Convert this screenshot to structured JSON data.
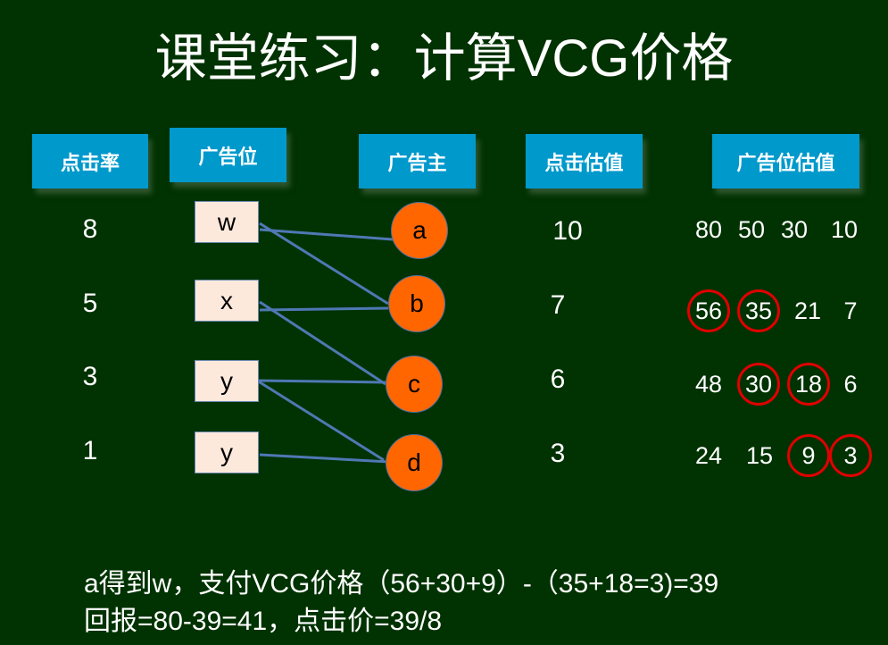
{
  "title": "课堂练习：计算VCG价格",
  "headers": {
    "ctr": "点击率",
    "slot": "广告位",
    "advertiser": "广告主",
    "click_value": "点击估值",
    "slot_value": "广告位估值"
  },
  "ctr": [
    "8",
    "5",
    "3",
    "1"
  ],
  "slots": [
    "w",
    "x",
    "y",
    "y"
  ],
  "advertisers": [
    "a",
    "b",
    "c",
    "d"
  ],
  "click_values": [
    "10",
    "7",
    "6",
    "3"
  ],
  "slot_values": [
    [
      "80",
      "50",
      "30",
      "10"
    ],
    [
      "56",
      "35",
      "21",
      "7"
    ],
    [
      "48",
      "30",
      "18",
      "6"
    ],
    [
      "24",
      "15",
      "9",
      "3"
    ]
  ],
  "circled": [
    [
      false,
      false,
      false,
      false
    ],
    [
      true,
      true,
      false,
      false
    ],
    [
      false,
      true,
      true,
      false
    ],
    [
      false,
      false,
      true,
      true
    ]
  ],
  "edges": [
    [
      "a",
      "w"
    ],
    [
      "b",
      "w"
    ],
    [
      "b",
      "x"
    ],
    [
      "c",
      "x"
    ],
    [
      "c",
      "y1"
    ],
    [
      "d",
      "y1"
    ],
    [
      "d",
      "y2"
    ]
  ],
  "colors": {
    "background": "#013201",
    "header": "#0099cc",
    "advertiser": "#ff6600",
    "edge": "#4f78b4",
    "circle": "#e00000"
  },
  "explanation": [
    "a得到w，支付VCG价格（56+30+9）-（35+18=3)=39",
    "回报=80-39=41，点击价=39/8"
  ]
}
